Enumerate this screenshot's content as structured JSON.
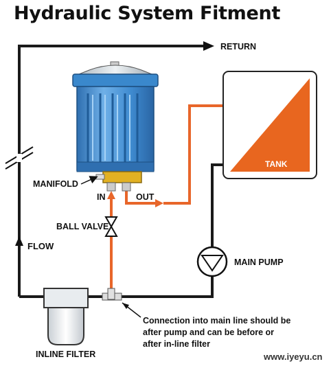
{
  "title": "Hydraulic System Fitment",
  "labels": {
    "return": "RETURN",
    "tank": "TANK",
    "manifold": "MANIFOLD",
    "in": "IN",
    "out": "OUT",
    "ball_valve": "BALL VALVE",
    "flow": "FLOW",
    "main_pump": "MAIN PUMP",
    "inline_filter": "INLINE FILTER",
    "note": [
      "Connection into main line should be",
      "after pump and can be before or",
      "after in-line filter"
    ]
  },
  "watermark": "www.iyeyu.cn",
  "colors": {
    "main_line": "#1a1a1a",
    "bypass_line": "#e8662a",
    "tank_fill": "#e8661f",
    "filter_body": "#3a88cc",
    "manifold": "#e2b123"
  }
}
